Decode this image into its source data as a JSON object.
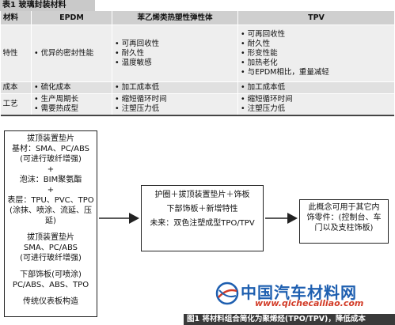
{
  "table1": {
    "caption": "表1 玻璃封装材料",
    "headers": [
      "材料",
      "EPDM",
      "苯乙烯类热塑性弹性体",
      "TPV"
    ],
    "rows": [
      {
        "label": "特性",
        "epdm": [
          "• 优异的密封性能"
        ],
        "tpe": [
          "• 可再回收性",
          "• 耐久性",
          "• 温度敏感"
        ],
        "tpv": [
          "• 可再回收性",
          "• 耐久性",
          "• 形变性能",
          "• 加热老化",
          "• 与EPDM相比，重量减轻"
        ]
      },
      {
        "label": "成本",
        "epdm": [
          "• 硫化成本"
        ],
        "tpe": [
          "• 加工成本低"
        ],
        "tpv": [
          "• 加工成本低"
        ]
      },
      {
        "label": "工艺",
        "epdm": [
          "• 生产周期长",
          "• 需要热成型"
        ],
        "tpe": [
          "• 缩短循环时间",
          "• 注塑压力低"
        ],
        "tpv": [
          "• 缩短循环时间",
          "• 注塑压力低"
        ]
      }
    ]
  },
  "diagram": {
    "left_box": [
      "拔顶装置垫片",
      "基材：SMA、PC/ABS",
      "(可进行玻纤增强)",
      "+",
      "泡沫：BIM聚氨酯",
      "+",
      "表层：TPU、PVC、TPO",
      "(涂抹、喷涂、流延、压延)",
      "",
      "拔顶装置垫片",
      "SMA、PC/ABS",
      "(可进行玻纤增强)",
      "",
      "下部饰板(可喷涂)",
      "PC/ABS、ABS、TPO",
      "",
      "传统仪表板构造"
    ],
    "mid_box": [
      "护圈＋拔顶装置垫片＋饰板",
      "",
      "下部饰板＋新增特性",
      "",
      "未来：双色注塑成型TPO/TPV"
    ],
    "right_box": [
      "此概念可用于其它内",
      "饰零件：(控制台、车",
      "门以及支柱饰板)"
    ]
  },
  "watermark": {
    "cn": "中国汽车材料网",
    "url": "www.qichecailiao.com"
  },
  "figure_caption": "图1 将材料组合简化为聚烯烃(TPO/TPV)，降低成本"
}
